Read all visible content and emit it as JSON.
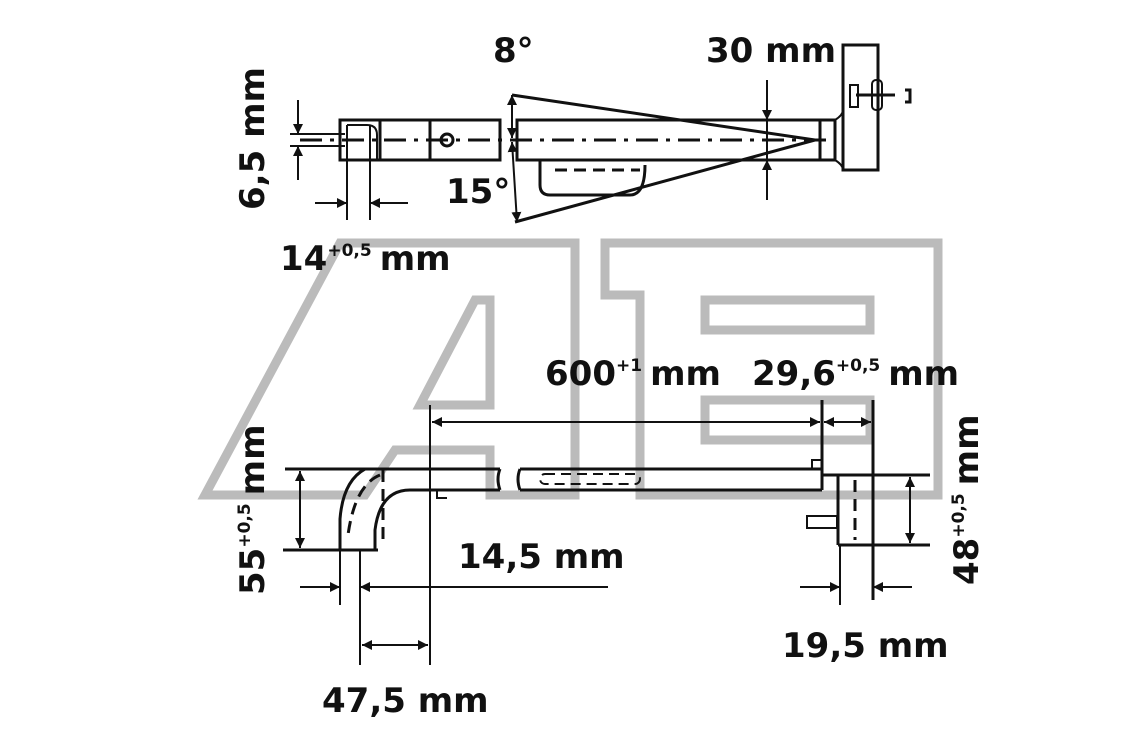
{
  "watermark_logo": "AE",
  "top_view": {
    "angle_upper": "8°",
    "angle_lower": "15°",
    "width_30": "30 mm",
    "height_6_5": "6,5 mm",
    "dim_14": {
      "value": "14",
      "tolerance": "+0,5",
      "unit": "mm"
    }
  },
  "side_view": {
    "length_600": {
      "value": "600",
      "tolerance": "+1",
      "unit": "mm"
    },
    "dim_29_6": {
      "value": "29,6",
      "tolerance": "+0,5",
      "unit": "mm"
    },
    "dim_55": {
      "value": "55",
      "tolerance": "+0,5",
      "unit": "mm"
    },
    "dim_48": {
      "value": "48",
      "tolerance": "+0,5",
      "unit": "mm"
    },
    "dim_14_5": "14,5 mm",
    "dim_47_5": "47,5 mm",
    "dim_19_5": "19,5 mm"
  }
}
